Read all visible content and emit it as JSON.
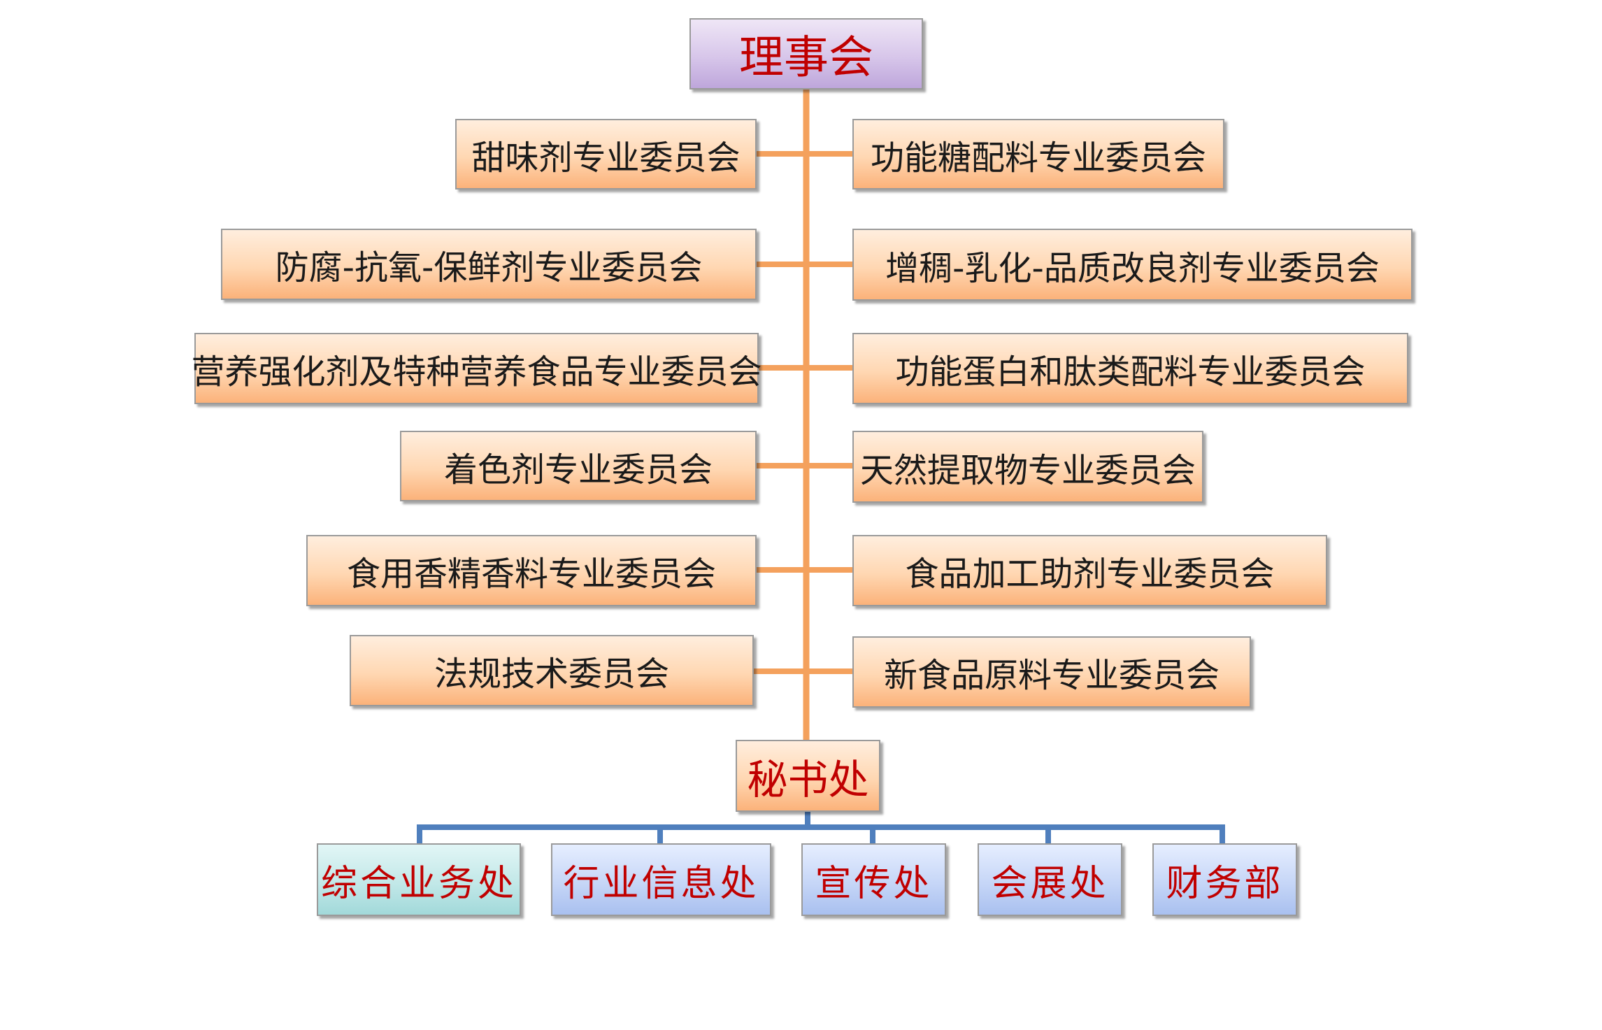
{
  "root": "理事会",
  "committees_left": [
    "甜味剂专业委员会",
    "防腐-抗氧-保鲜剂专业委员会",
    "营养强化剂及特种营养食品专业委员会",
    "着色剂专业委员会",
    "食用香精香料专业委员会",
    "法规技术委员会"
  ],
  "committees_right": [
    "功能糖配料专业委员会",
    "增稠-乳化-品质改良剂专业委员会",
    "功能蛋白和肽类配料专业委员会",
    "天然提取物专业委员会",
    "食品加工助剂专业委员会",
    "新食品原料专业委员会"
  ],
  "secretariat": "秘书处",
  "departments": [
    "综合业务处",
    "行业信息处",
    "宣传处",
    "会展处",
    "财务部"
  ],
  "colors": {
    "connector_orange": "#f4a15d",
    "connector_blue": "#4f7fbd",
    "label_red": "#c00000"
  }
}
